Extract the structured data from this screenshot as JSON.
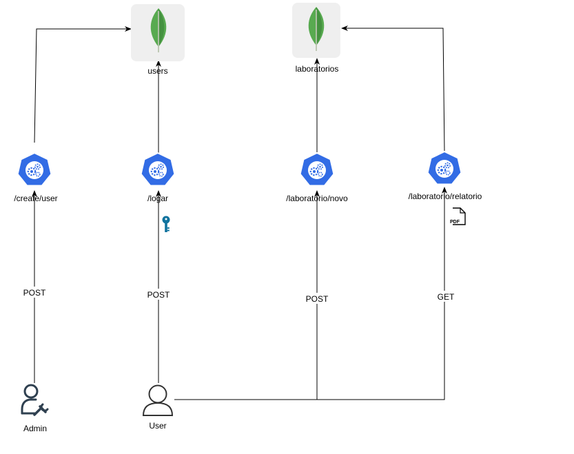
{
  "databases": {
    "users": {
      "label": "users",
      "icon": "mongodb-leaf-icon"
    },
    "laboratorios": {
      "label": "laboratorios",
      "icon": "mongodb-leaf-icon"
    }
  },
  "services": {
    "create_user": {
      "label": "/create/user",
      "icon": "kubernetes-service-icon"
    },
    "logar": {
      "label": "/logar",
      "icon": "kubernetes-service-icon"
    },
    "laboratorio_novo": {
      "label": "/laboratorio/novo",
      "icon": "kubernetes-service-icon"
    },
    "laboratorio_relatorio": {
      "label": "/laboratorio/relatorio",
      "icon": "kubernetes-service-icon"
    }
  },
  "actors": {
    "admin": {
      "label": "Admin",
      "icon": "admin-user-icon"
    },
    "user": {
      "label": "User",
      "icon": "user-icon"
    }
  },
  "edges": {
    "admin_create": {
      "label": "POST"
    },
    "user_logar": {
      "label": "POST"
    },
    "user_novo": {
      "label": "POST"
    },
    "user_relatorio": {
      "label": "GET"
    }
  },
  "decorations": {
    "key": {
      "icon": "key-icon"
    },
    "pdf": {
      "icon": "pdf-file-icon",
      "text": "PDF"
    }
  },
  "colors": {
    "k8s_blue": "#326ce5",
    "mongo_green": "#58aa50",
    "mongo_dark": "#3f8a3b",
    "db_bg": "#efefef",
    "user_stroke": "#333333",
    "admin_stroke": "#2f4050",
    "key_color": "#10739e"
  }
}
